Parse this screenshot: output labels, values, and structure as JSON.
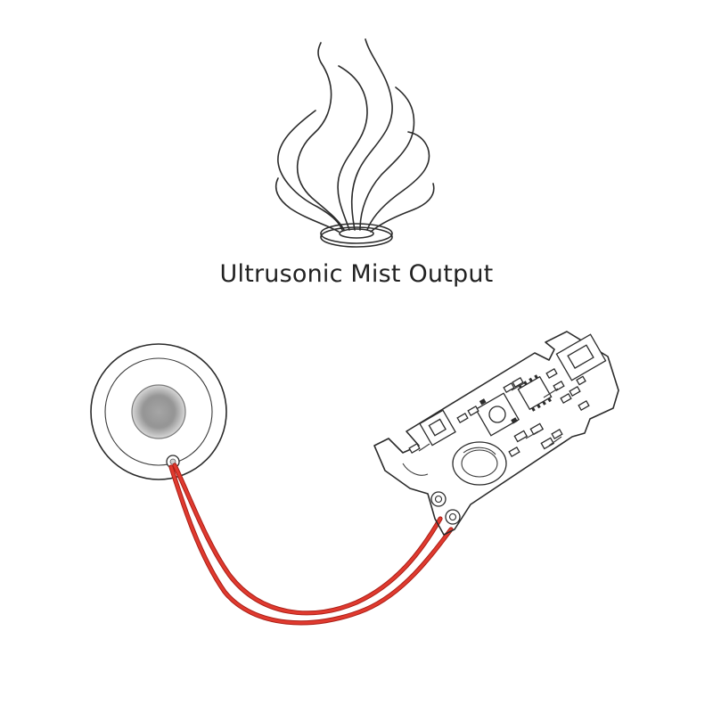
{
  "caption": "Ultrusonic Mist Output",
  "icons": {
    "mist": "mist-plume-icon",
    "transducer": "piezo-transducer-disc",
    "board": "driver-circuit-board",
    "wires": "red-lead-wires"
  },
  "colors": {
    "background": "#ffffff",
    "line": "#2b2b2b",
    "wire_red": "#e03a2f",
    "wire_dark": "#a81e16",
    "disc_center": "#9a9a9a"
  }
}
